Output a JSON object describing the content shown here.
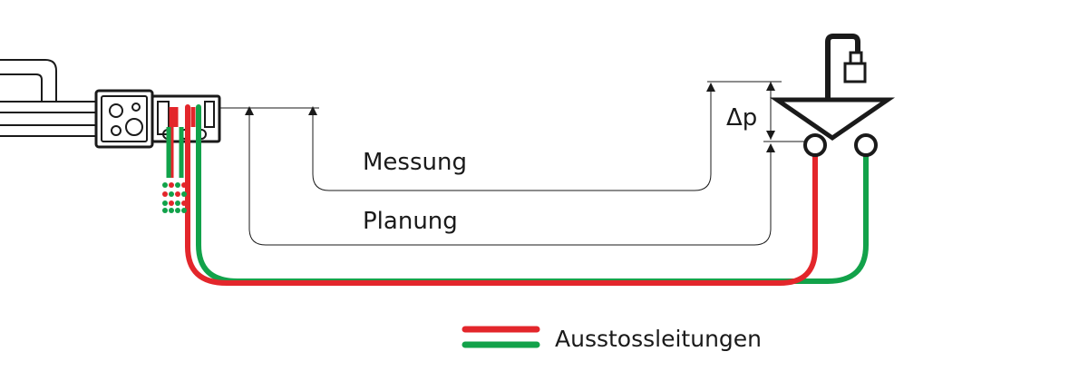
{
  "labels": {
    "measurement": "Messung",
    "planning": "Planung",
    "pressure_delta": "Δp"
  },
  "legend": {
    "label": "Ausstossleitungen"
  },
  "colors": {
    "red_line": "#e3262b",
    "green_line": "#12a24a",
    "stroke": "#1a1a1a"
  }
}
